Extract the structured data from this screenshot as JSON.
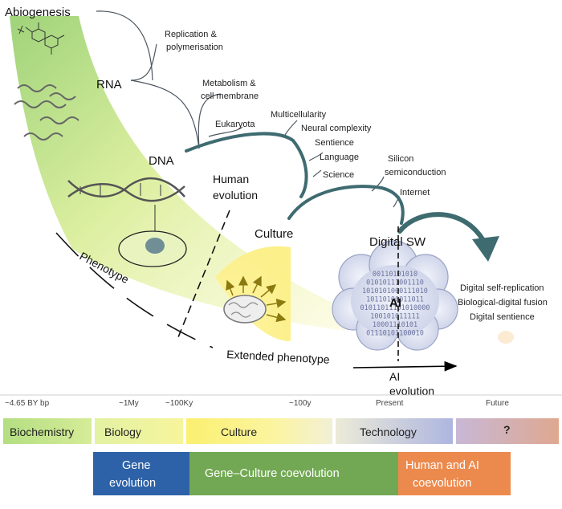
{
  "main": {
    "abiogenesis": "Abiogenesis",
    "rna": "RNA",
    "dna": "DNA",
    "culture": "Culture",
    "digital_sw": "Digital SW",
    "ai": "AI",
    "human_evolution": [
      "Human",
      "evolution"
    ],
    "ai_evolution": [
      "AI",
      "evolution"
    ],
    "phenotype": "Phenotype",
    "extended_phenotype": "Extended phenotype",
    "replication": [
      "Replication &",
      "polymerisation"
    ],
    "metabolism": [
      "Metabolism &",
      "cell membrane"
    ],
    "eukaryota": "Eukaryota",
    "multicellularity": "Multicellularity",
    "neural_complexity": "Neural complexity",
    "sentience": "Sentience",
    "language": "Language",
    "science": "Science",
    "silicon": [
      "Silicon",
      "semiconduction"
    ],
    "internet": "Internet",
    "future_items": [
      "Digital self-replication",
      "Biological-digital fusion",
      "Digital sentience"
    ],
    "binary_rows": [
      "00110101010",
      "01010111001110",
      "1010101000111010",
      "10110100011011",
      "01011011101010000",
      "100101011111",
      "10001110101",
      "01110101100010"
    ]
  },
  "timeline": {
    "ticks": [
      "~4.65 BY bp",
      "~1My",
      "~100Ky",
      "~100y",
      "Present",
      "Future"
    ]
  },
  "bands": [
    "Biochemistry",
    "Biology",
    "Culture",
    "Technology",
    "?"
  ],
  "coevolution": [
    "Gene evolution",
    "Gene–Culture coevolution",
    "Human and AI coevolution"
  ],
  "colors": {
    "arrow": "#3e6b70",
    "gene": "#2d62a8",
    "gene_culture": "#72a853",
    "human_ai": "#ec8a4e"
  }
}
